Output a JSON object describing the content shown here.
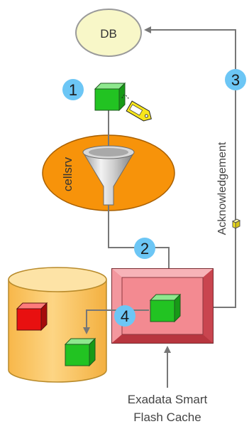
{
  "db": {
    "label": "DB"
  },
  "cellsrv": {
    "label": "cellsrv"
  },
  "acknowledgement": {
    "label": "Acknowledgement"
  },
  "steps": [
    "1",
    "2",
    "3",
    "4"
  ],
  "caption": {
    "line1": "Exadata Smart",
    "line2": "Flash Cache"
  },
  "colors": {
    "db_fill": "#f8f7c8",
    "cellsrv_fill": "#f7930a",
    "cache_fill": "#f07a82",
    "cylinder_fill": "#fdd07a",
    "cube_green": "#22c322",
    "cube_red": "#e81010",
    "step_badge": "#6cc6f5",
    "tag_yellow": "#f7e51c",
    "arrow": "#777777"
  }
}
